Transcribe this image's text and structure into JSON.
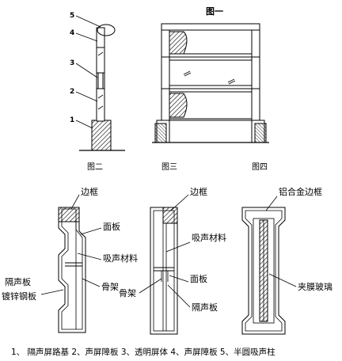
{
  "fig1": {
    "title": "图一",
    "callouts": [
      "5",
      "4",
      "3",
      "2",
      "1"
    ]
  },
  "captions": {
    "fig2": "图二",
    "fig3": "图三",
    "fig4": "图四"
  },
  "fig2": {
    "frame": "边框",
    "panel": "面板",
    "absorb": "吸声材料",
    "plate_line1": "隔声板",
    "plate_line2": "镀锌钢板",
    "skeleton": "骨架"
  },
  "fig3": {
    "frame": "边框",
    "absorb": "吸声材料",
    "panel": "面板",
    "skeleton": "骨架",
    "plate": "隔声板"
  },
  "fig4": {
    "frame": "铝合金边框",
    "glass": "夹膜玻璃"
  },
  "legend": "1、  隔声屏路基 2、声屏障板  3、透明屏体 4、声屏障板 5、半圆吸声柱"
}
